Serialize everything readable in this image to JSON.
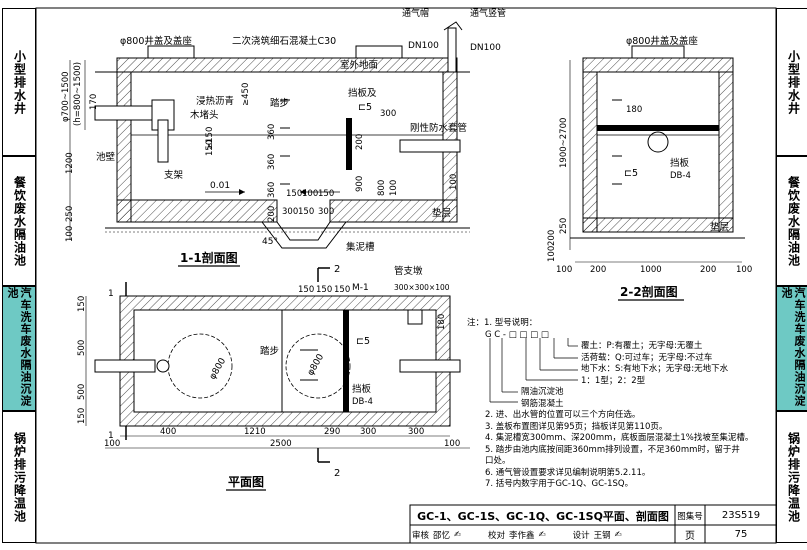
{
  "sidebar_left": [
    {
      "label": "小型排水井"
    },
    {
      "label": "餐饮废水隔油池"
    },
    {
      "label": "汽车洗车废水隔油沉淀池"
    },
    {
      "label": "锅炉排污降温池"
    }
  ],
  "sidebar_right": [
    {
      "label": "小型排水井"
    },
    {
      "label": "餐饮废水隔油池"
    },
    {
      "label": "汽车洗车废水隔油沉淀池"
    },
    {
      "label": "锅炉排污降温池"
    }
  ],
  "section11": {
    "title": "1-1剖面图",
    "cover_label": "φ800井盖及盖座",
    "concrete_label": "二次浇筑细石混凝土C30",
    "vent_cap": "通气帽",
    "vent_cap_dn": "DN100",
    "vent_pipe": "通气竖管",
    "vent_pipe_dn": "DN100",
    "ground": "室外地面",
    "asphalt": "浸热沥青",
    "plug": "木堵头",
    "step": "踏步",
    "baffle": "挡板及",
    "baffle_ref": "⊏5",
    "sleeve": "刚性防水套管",
    "wall": "池壁",
    "bracket": "支架",
    "slope": "0.01",
    "cushion": "垫层",
    "sump": "集泥槽",
    "angle": "45°",
    "dims": [
      "φ700~1500",
      "(h=800~1500)",
      "170",
      "≥450",
      "1200",
      "250",
      "100",
      "360",
      "360",
      "360",
      "200",
      "150",
      "≥150",
      "300",
      "200",
      "900",
      "800",
      "100",
      "100",
      "150",
      "100",
      "150",
      "300",
      "150",
      "300"
    ]
  },
  "section22": {
    "title": "2-2剖面图",
    "cover_label": "φ800井盖及盖座",
    "dim180": "180",
    "baffle_ref": "⊏5",
    "baffle": "挡板",
    "baffle_code": "DB-4",
    "cushion": "垫层",
    "dims_v": [
      "1900~2700",
      "250",
      "200",
      "100"
    ],
    "dims_h": [
      "100",
      "200",
      "1000",
      "200",
      "100"
    ]
  },
  "plan": {
    "title": "平面图",
    "cut_mark": "2",
    "pipe_pier": "管支墩",
    "pier_size": "300×300×100",
    "m1": "M-1",
    "step": "踏步",
    "circle1": "φ800",
    "circle2": "φ800",
    "baffle_ref": "⊏5",
    "baffle": "挡板",
    "baffle_code": "DB-4",
    "dims_top": [
      "150",
      "150",
      "150"
    ],
    "dims_left": [
      "150",
      "500",
      "500",
      "150"
    ],
    "dim_right": "180",
    "dims_bottom": [
      "400",
      "1210",
      "290",
      "300",
      "300"
    ],
    "dims_bottom2": [
      "100",
      "2500",
      "100"
    ],
    "cut_left": "1",
    "cut_right": "1"
  },
  "notes": {
    "head": "注：1. 型号说明：",
    "model_code": "G C - □ □ □ □",
    "items": [
      "覆土：P:有覆土；无字母:无覆土",
      "活荷载：Q:可过车；无字母:不过车",
      "地下水：S:有地下水；无字母:无地下水",
      "1：1型；2：2型",
      "隔油沉淀池",
      "钢筋混凝土"
    ],
    "list": [
      "2. 进、出水管的位置可以三个方向任选。",
      "3. 盖板布置图详见第95页；挡板详见第110页。",
      "4. 集泥槽宽300mm、深200mm，底板面层混凝土1%找坡至集泥槽。",
      "5. 踏步由池内底按间距360mm排列设置，不足360mm时，留于井",
      "    口处。",
      "6. 通气管设置要求详见编制说明第5.2.11。",
      "7. 括号内数字用于GC-1Q、GC-1SQ。"
    ]
  },
  "titleblock": {
    "title": "GC-1、GC-1S、GC-1Q、GC-1SQ平面、剖面图",
    "atlas_label": "图集号",
    "atlas_no": "23S519",
    "review_label": "审核",
    "review_name": "邵忆",
    "check_label": "校对",
    "check_name": "李作鑫",
    "design_label": "设计",
    "design_name": "王钢",
    "page_label": "页",
    "page_no": "75"
  }
}
